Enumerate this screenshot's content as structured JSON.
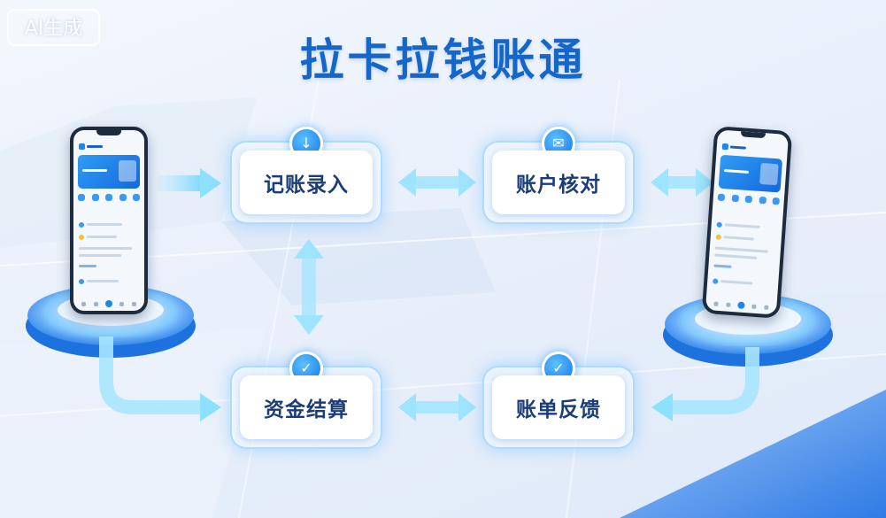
{
  "badge": "AI生成",
  "title": "拉卡拉钱账通",
  "nodes": {
    "record": "记账录入",
    "reconcile": "账户核对",
    "settle": "资金结算",
    "feedback": "账单反馈"
  },
  "icons": {
    "record": "download-arrow-icon",
    "reconcile": "envelope-icon",
    "settle": "check-shield-icon",
    "feedback": "check-shield-icon"
  },
  "colors": {
    "title": "#1466c8",
    "accent": "#1b86f0",
    "node_text": "#1a3d78",
    "glow": "#5cc8ff"
  }
}
